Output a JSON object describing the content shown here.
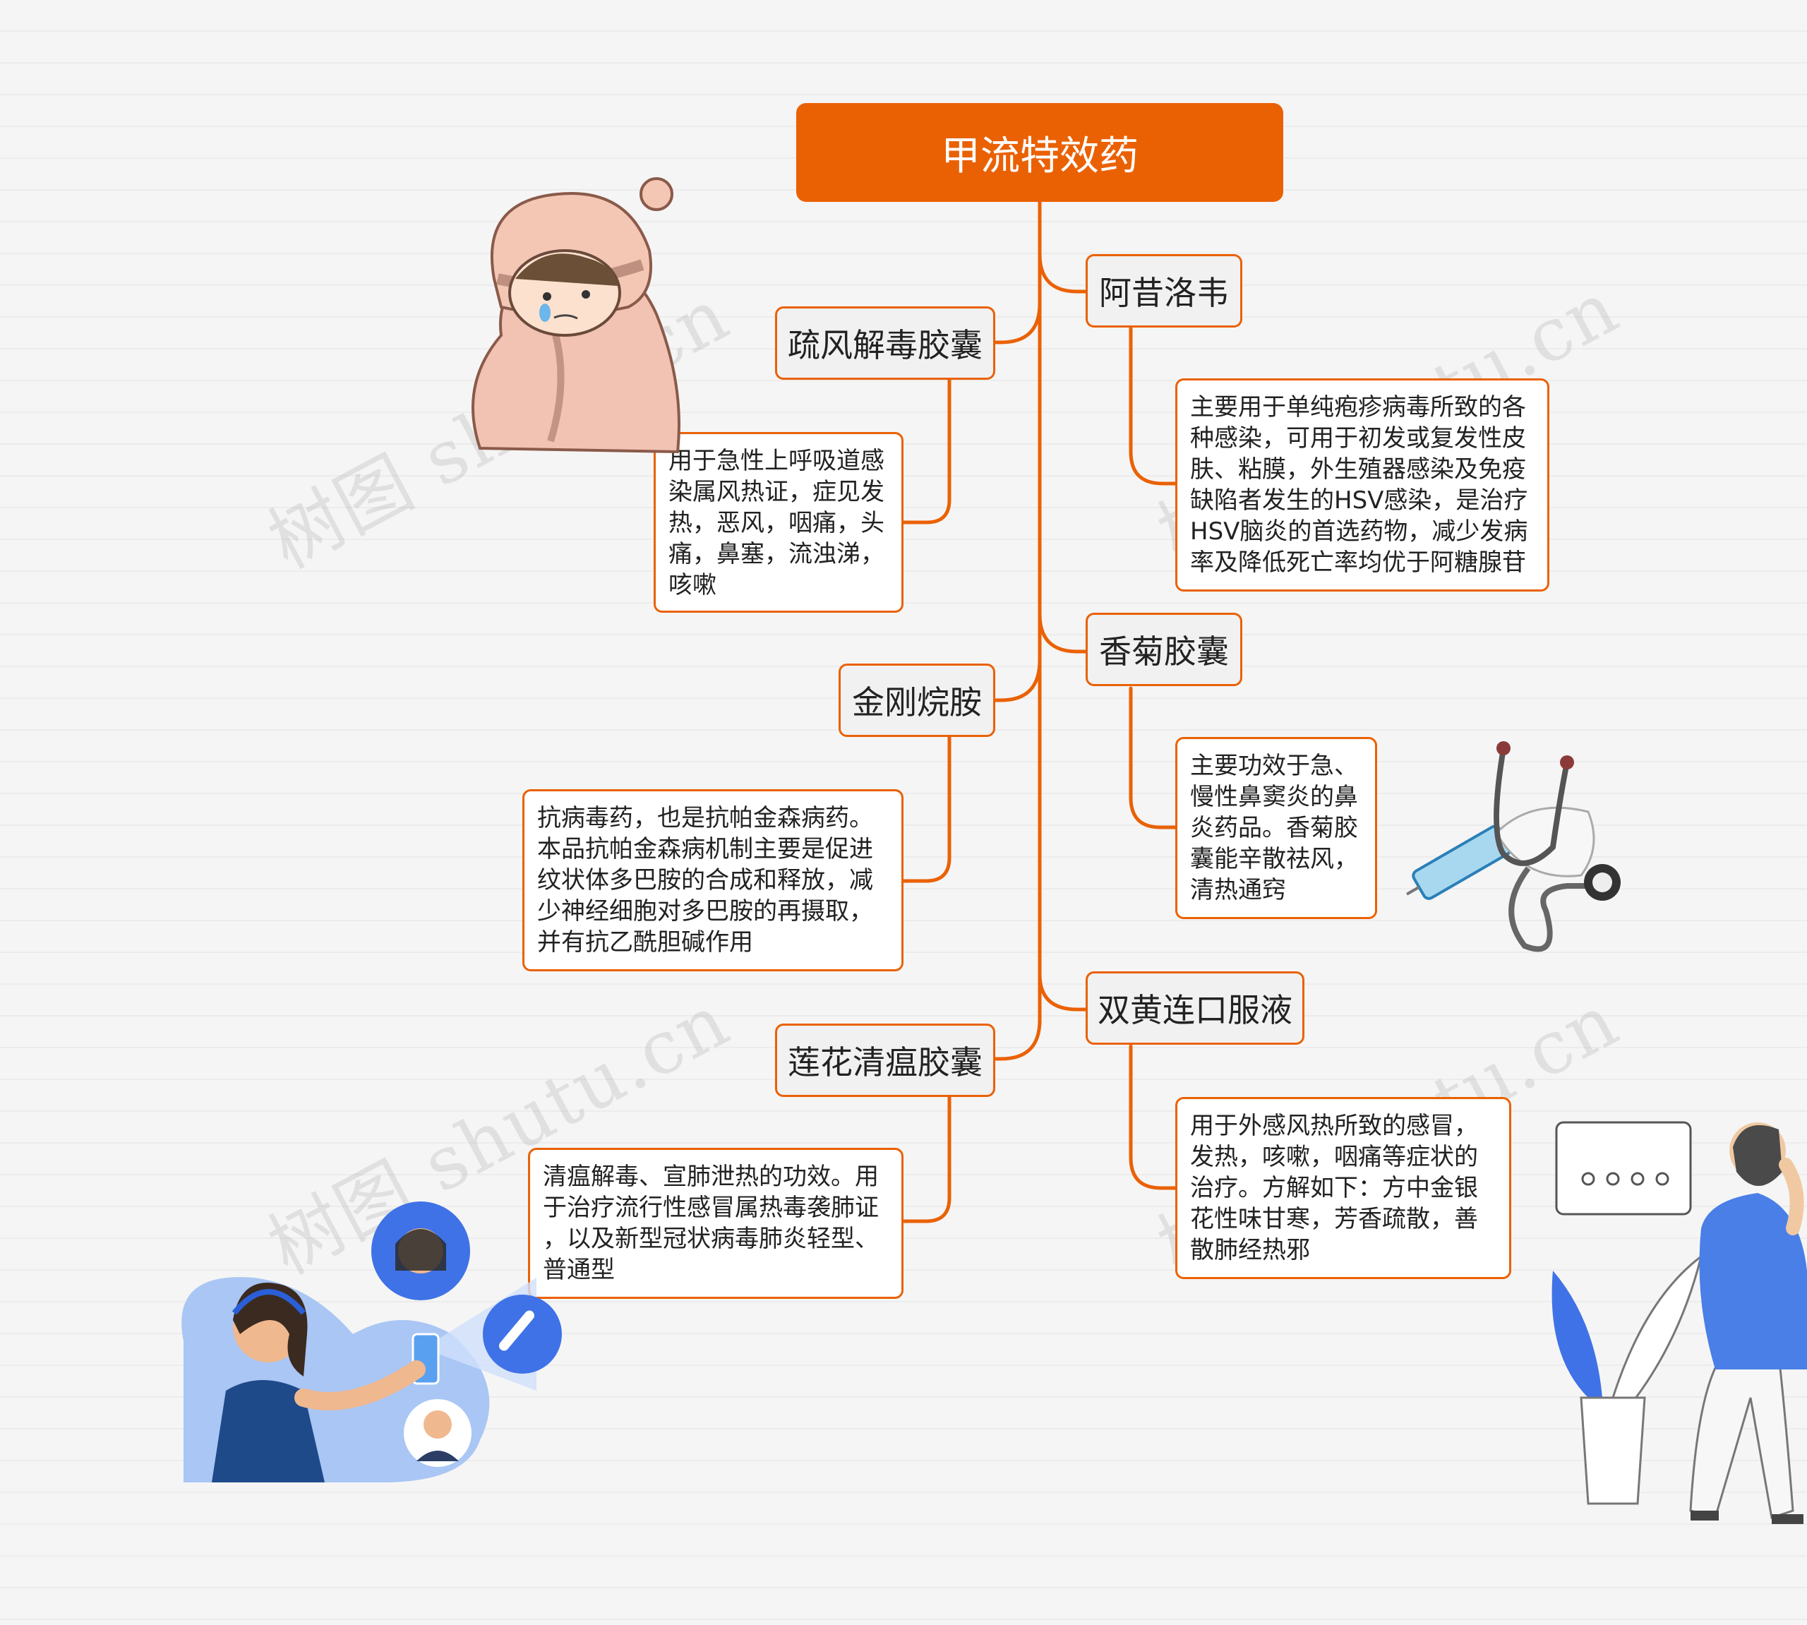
{
  "root": {
    "title": "甲流特效药"
  },
  "watermark": "树图 shutu.cn",
  "branches": [
    {
      "name": "疏风解毒胶囊",
      "desc": [
        "用于急性上呼吸道感",
        "染属风热证，症见发",
        "热，恶风，咽痛，头",
        "痛，鼻塞，流浊涕，",
        "咳嗽"
      ]
    },
    {
      "name": "阿昔洛韦",
      "desc": [
        "主要用于单纯疱疹病毒所致的各",
        "种感染，可用于初发或复发性皮",
        "肤、粘膜，外生殖器感染及免疫",
        "缺陷者发生的HSV感染，是治疗",
        "HSV脑炎的首选药物，减少发病",
        "率及降低死亡率均优于阿糖腺苷"
      ]
    },
    {
      "name": "金刚烷胺",
      "desc": [
        "抗病毒药，也是抗帕金森病药。",
        "本品抗帕金森病机制主要是促进",
        "纹状体多巴胺的合成和释放，减",
        "少神经细胞对多巴胺的再摄取，",
        "并有抗乙酰胆碱作用"
      ]
    },
    {
      "name": "香菊胶囊",
      "desc": [
        "主要功效于急、",
        "慢性鼻窦炎的鼻",
        "炎药品。香菊胶",
        "囊能辛散祛风，",
        "清热通窍"
      ]
    },
    {
      "name": "莲花清瘟胶囊",
      "desc": [
        "清瘟解毒、宣肺泄热的功效。用",
        "于治疗流行性感冒属热毒袭肺证",
        "，以及新型冠状病毒肺炎轻型、",
        "普通型"
      ]
    },
    {
      "name": "双黄连口服液",
      "desc": [
        "用于外感风热所致的感冒，",
        "发热，咳嗽，咽痛等症状的",
        "治疗。方解如下：方中金银",
        "花性味甘寒，芳香疏散，善",
        "散肺经热邪"
      ]
    }
  ],
  "colors": {
    "accent": "#ea6104",
    "branch_bg": "#f1f1f1",
    "desc_bg": "#ffffff",
    "page_bg": "#f5f5f5"
  },
  "illustrations": [
    "sick-child-blanket-image",
    "stethoscope-syringe-image",
    "doctor-phone-consult-image",
    "man-speech-bubble-image"
  ]
}
